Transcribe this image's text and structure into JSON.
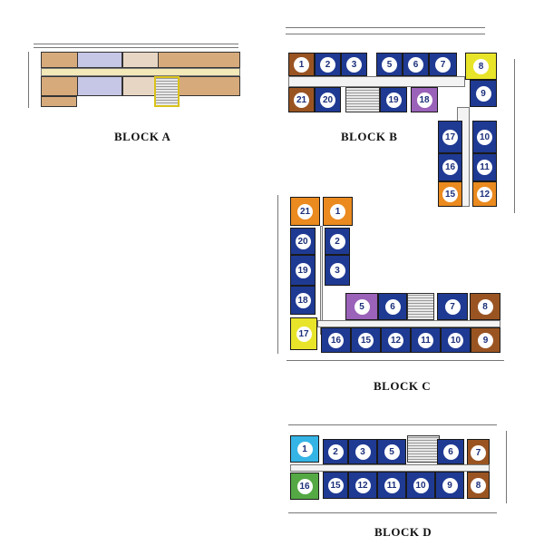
{
  "blocks": [
    {
      "id": "a",
      "label": "BLOCK A"
    },
    {
      "id": "b",
      "label": "BLOCK B"
    },
    {
      "id": "c",
      "label": "BLOCK C"
    },
    {
      "id": "d",
      "label": "BLOCK D"
    }
  ],
  "colors": {
    "blue": "#1f3a93",
    "brown": "#9a5422",
    "orange": "#ea8a1f",
    "purple": "#9a62b8",
    "yellow": "#e8e42a",
    "cyan": "#35b4e6",
    "green": "#54a944",
    "tan": "#d7aa7c",
    "lavender": "#c6c6e6",
    "corridor": "#f2e8b8"
  },
  "units_b": [
    "1",
    "2",
    "3",
    "5",
    "6",
    "7",
    "8",
    "9",
    "10",
    "11",
    "12",
    "15",
    "16",
    "17",
    "18",
    "19",
    "20",
    "21"
  ],
  "units_c": [
    "1",
    "2",
    "3",
    "5",
    "6",
    "7",
    "8",
    "9",
    "10",
    "11",
    "12",
    "15",
    "16",
    "17",
    "18",
    "19",
    "20",
    "21"
  ],
  "units_d": [
    "1",
    "2",
    "3",
    "5",
    "6",
    "7",
    "8",
    "9",
    "10",
    "11",
    "12",
    "15",
    "16"
  ]
}
